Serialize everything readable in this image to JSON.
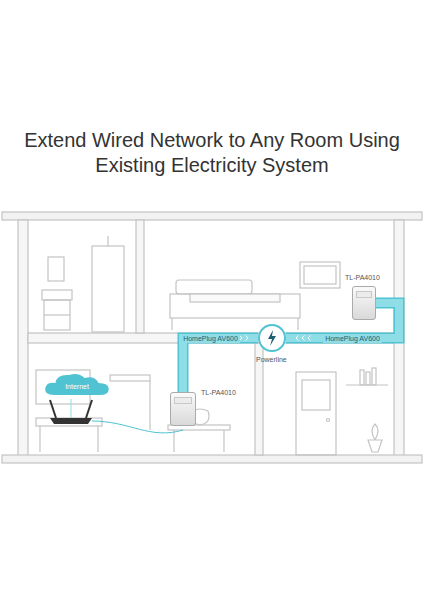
{
  "diagram": {
    "title": "Extend Wired Network to Any Room Using Existing Electricity System",
    "nodes": [
      {
        "text": [
          "TL-PA4010"
        ]
      },
      {
        "text": [
          "Powerline"
        ]
      },
      {
        "text": [
          "Internet"
        ]
      },
      {
        "text": [
          "TL-PA4010"
        ]
      }
    ],
    "edges": [
      {
        "from": 3,
        "to": 1,
        "label": "HomePlug AV600",
        "arrow": "to"
      },
      {
        "from": 0,
        "to": 1,
        "label": "HomePlug AV600",
        "arrow": "to"
      }
    ]
  }
}
